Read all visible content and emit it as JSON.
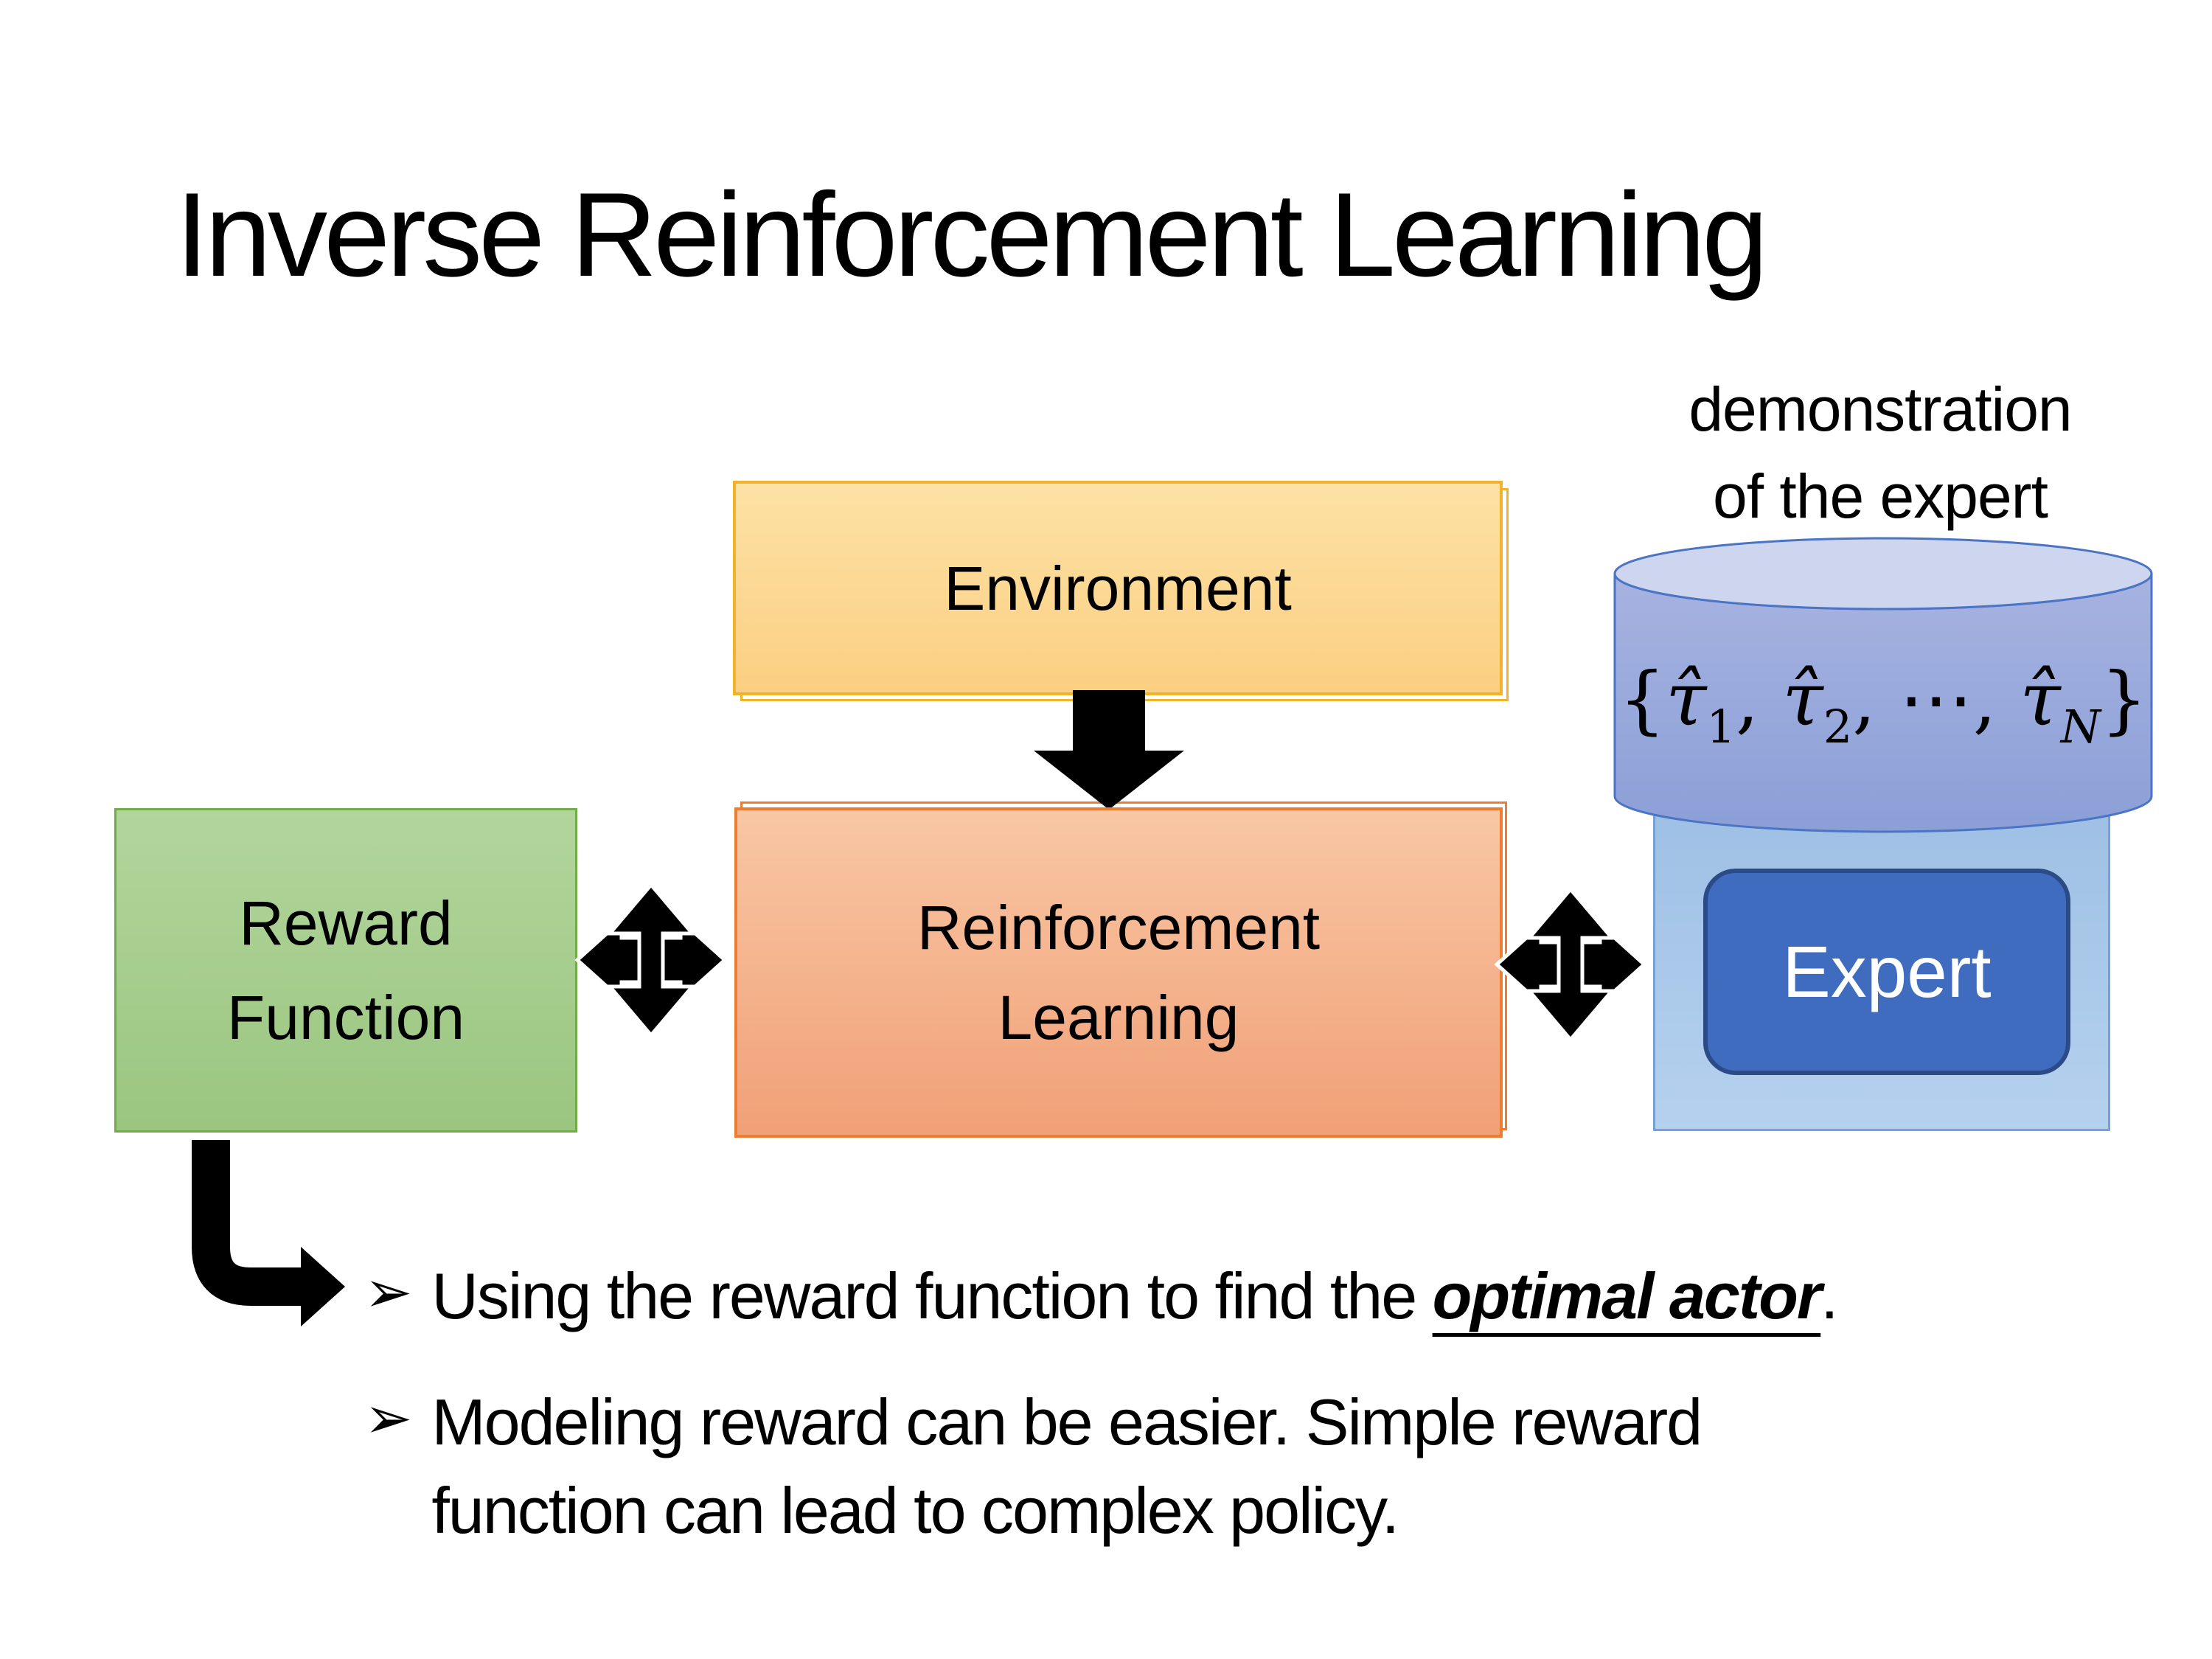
{
  "title": "Inverse Reinforcement Learning",
  "caption": {
    "line1": "demonstration",
    "line2": "of the expert"
  },
  "boxes": {
    "environment": {
      "label": "Environment"
    },
    "reward": {
      "line1": "Reward",
      "line2": "Function"
    },
    "rl": {
      "line1": "Reinforcement",
      "line2": "Learning"
    },
    "expert": {
      "label": "Expert"
    }
  },
  "formula": {
    "brace_open": "{",
    "tau_hat": "τ̂",
    "sub_1": "1",
    "comma": ", ",
    "sub_2": "2",
    "dots": "⋯",
    "sub_n": "N",
    "brace_close": "}"
  },
  "bullets": [
    {
      "marker": "➢",
      "pre": "Using the reward function to find the ",
      "em": "optimal actor",
      "post": "."
    },
    {
      "marker": "➢",
      "line1": "Modeling reward can be easier. Simple reward",
      "line2": "function can lead to complex policy."
    }
  ],
  "colors": {
    "ink": "#000000",
    "text_on_expert": "#ffffff",
    "env_fill_top": "#FDE2A5",
    "env_fill_bottom": "#FBCF82",
    "env_border": "#F2B32C",
    "reward_fill_top": "#B2D59C",
    "reward_fill_bottom": "#9AC680",
    "reward_border": "#70AD47",
    "rl_fill_top": "#F8C7A4",
    "rl_fill_bottom": "#F1A077",
    "rl_border": "#ED7D31",
    "container_fill_top": "#9FC0E5",
    "container_fill_bottom": "#B5D1EE",
    "container_border": "#74A2D4",
    "expert_fill": "#3F6CBF",
    "expert_border": "#2A4B86",
    "cylinder_body_top": "#A7B3E1",
    "cylinder_body_bottom": "#8B9FD7",
    "cylinder_top_face": "#CED6EF",
    "cylinder_border": "#4B74C4"
  }
}
